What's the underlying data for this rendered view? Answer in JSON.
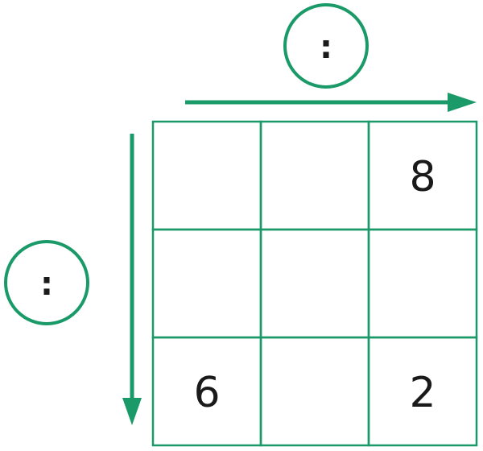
{
  "colors": {
    "accent": "#1a9a68",
    "text": "#1a1a1a",
    "background": "#ffffff"
  },
  "top_operator": {
    "symbol": ":"
  },
  "left_operator": {
    "symbol": ":"
  },
  "grid": {
    "rows": [
      [
        "",
        "",
        "8"
      ],
      [
        "",
        "",
        ""
      ],
      [
        "6",
        "",
        "2"
      ]
    ]
  }
}
